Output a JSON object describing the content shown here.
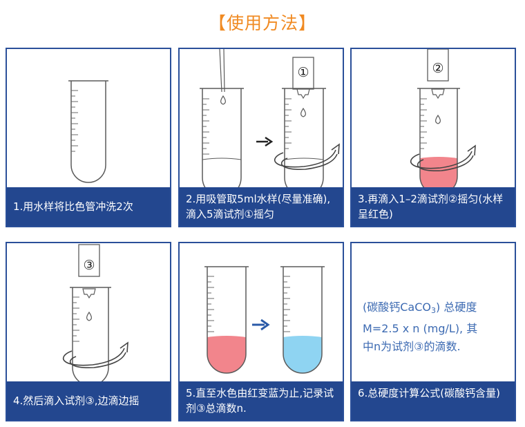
{
  "title": "【使用方法】",
  "steps": [
    {
      "caption": "1.用水样将比色管冲洗2次"
    },
    {
      "caption": "2.用吸管取5ml水样(尽量准确), 滴入5滴试剂①摇匀",
      "reagent": "①"
    },
    {
      "caption": "3.再滴入1–2滴试剂②摇匀(水样呈红色)",
      "reagent": "②"
    },
    {
      "caption": "4.然后滴入试剂③,边滴边摇",
      "reagent": "③"
    },
    {
      "caption": "5.直至水色由红变蓝为止,记录试剂③总滴数n."
    },
    {
      "caption": "6.总硬度计算公式(碳酸钙含量)"
    }
  ],
  "formula": {
    "line1_prefix": "(碳酸钙CaCO",
    "line1_sub": "3",
    "line1_suffix": ") 总硬度",
    "line2": "M=2.5 x n (mg/L), 其",
    "line3": "中n为试剂③的滴数."
  },
  "colors": {
    "title": "#f08a22",
    "panel_border": "#2a4f99",
    "caption_bg": "#23478f",
    "red_liquid": "#f2858c",
    "blue_liquid": "#8fd4f2",
    "formula_text": "#3c6ab2"
  }
}
